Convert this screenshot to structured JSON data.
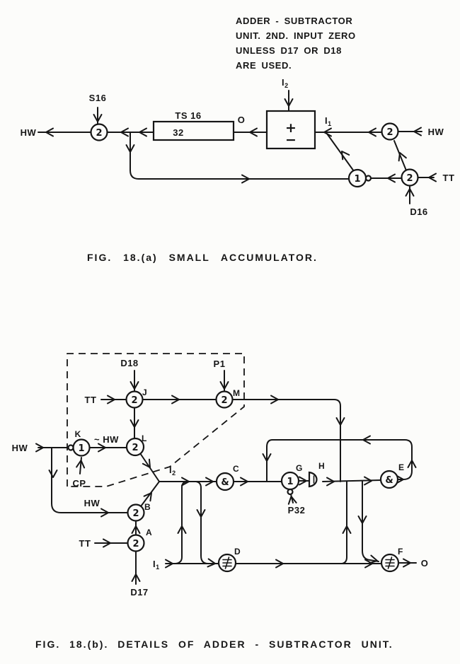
{
  "note": {
    "lines": [
      "ADDER - SUBTRACTOR",
      "UNIT. 2ND. INPUT ZERO",
      "UNLESS D17 OR D18",
      "ARE  USED."
    ]
  },
  "fig_a": {
    "caption": "FIG. 18.(a) SMALL ACCUMULATOR.",
    "labels": {
      "s16": "S16",
      "hw_out": "HW",
      "ts_name": "TS 16",
      "ts_value": "32",
      "o": "O",
      "plus": "+",
      "minus": "−",
      "i2": {
        "base": "I",
        "sub": "2"
      },
      "i1": {
        "base": "I",
        "sub": "1"
      },
      "hw_in": "HW",
      "tt": "TT",
      "d16": "D16"
    },
    "gates": {
      "g_out": "2",
      "g_in": "2",
      "g_tt": "2",
      "g_or": "1"
    }
  },
  "fig_b": {
    "caption": "FIG. 18.(b). DETAILS OF ADDER - SUBTRACTOR UNIT.",
    "labels": {
      "d18": "D18",
      "p1": "P1",
      "tt_j": "TT",
      "j": "J",
      "m": "M",
      "k": "K",
      "not_hw": "~ HW",
      "l": "L",
      "cp": "CP",
      "hw_in": "HW",
      "hw_b": "HW",
      "b": "B",
      "a": "A",
      "tt_a": "TT",
      "d17": "D17",
      "i1": {
        "base": "I",
        "sub": "1"
      },
      "i2": {
        "base": "I",
        "sub": "2"
      },
      "c": "C",
      "d": "D",
      "g": "G",
      "p32": "P32",
      "h": "H",
      "e": "E",
      "f": "F",
      "o": "O"
    },
    "gates": {
      "j": "2",
      "m": "2",
      "l": "2",
      "k": "1",
      "b": "2",
      "a": "2",
      "c_amp": "&",
      "g_or": "1",
      "e_amp": "&"
    },
    "symbols": {
      "not_equivalent": "≢",
      "delay_element": "D-shape"
    }
  }
}
